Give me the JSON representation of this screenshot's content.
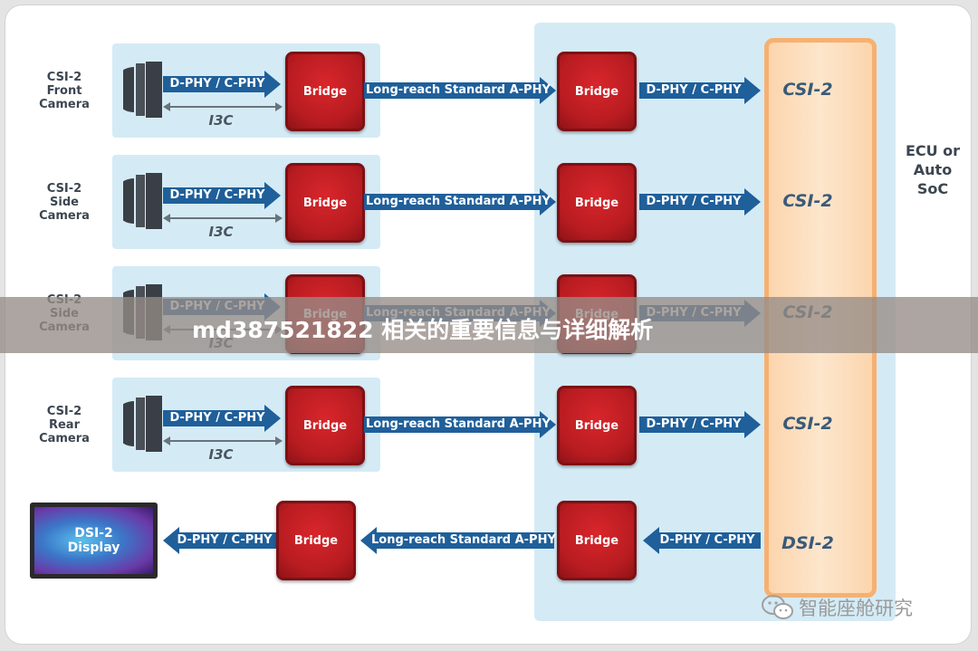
{
  "ecu_label": "ECU or\nAuto\nSoC",
  "rows": [
    {
      "camera_label": "CSI-2\nFront\nCamera",
      "phy_left": "D-PHY / C-PHY",
      "control": "I3C",
      "bridge_left": "Bridge",
      "link": "Long-reach Standard A-PHY",
      "bridge_right": "Bridge",
      "phy_right": "D-PHY / C-PHY",
      "soc_port": "CSI-2"
    },
    {
      "camera_label": "CSI-2\nSide\nCamera",
      "phy_left": "D-PHY / C-PHY",
      "control": "I3C",
      "bridge_left": "Bridge",
      "link": "Long-reach Standard A-PHY",
      "bridge_right": "Bridge",
      "phy_right": "D-PHY / C-PHY",
      "soc_port": "CSI-2"
    },
    {
      "camera_label": "CSI-2\nSide\nCamera",
      "phy_left": "D-PHY / C-PHY",
      "control": "I3C",
      "bridge_left": "Bridge",
      "link": "Long-reach Standard A-PHY",
      "bridge_right": "Bridge",
      "phy_right": "D-PHY / C-PHY",
      "soc_port": "CSI-2"
    },
    {
      "camera_label": "CSI-2\nRear\nCamera",
      "phy_left": "D-PHY / C-PHY",
      "control": "I3C",
      "bridge_left": "Bridge",
      "link": "Long-reach Standard A-PHY",
      "bridge_right": "Bridge",
      "phy_right": "D-PHY / C-PHY",
      "soc_port": "CSI-2"
    }
  ],
  "display_row": {
    "display_label": "DSI-2\nDisplay",
    "phy_left": "D-PHY / C-PHY",
    "bridge_left": "Bridge",
    "link": "Long-reach Standard A-PHY",
    "bridge_right": "Bridge",
    "phy_right": "D-PHY / C-PHY",
    "soc_port": "DSI-2"
  },
  "overlay_title": "md387521822 相关的重要信息与详细解析",
  "watermark_text": "智能座舱研究",
  "icons": {
    "camera": "camera-icon",
    "display": "display-icon",
    "watermark": "wechat-icon"
  },
  "colors": {
    "panel": "#d4ebf5",
    "arrow": "#1f5f9a",
    "bridge": "#c41e24",
    "soc": "#fbd5ad",
    "soc_border": "#f7b070"
  }
}
